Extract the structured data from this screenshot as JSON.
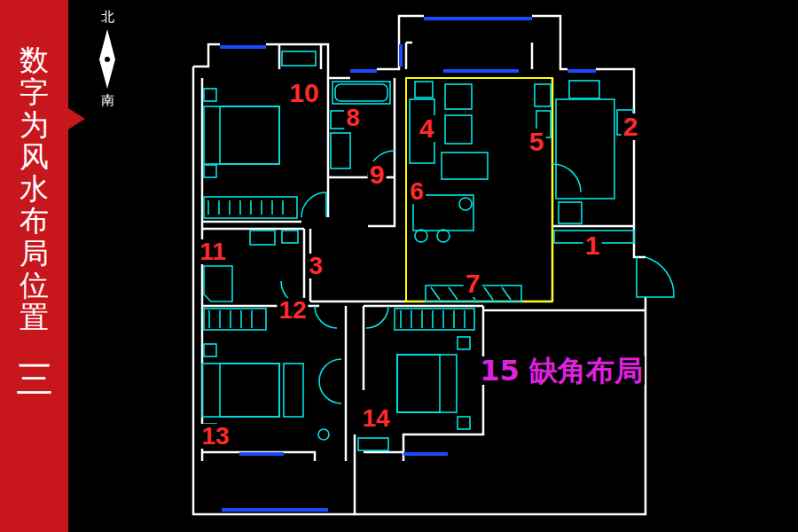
{
  "diagram": {
    "nodes": [
      {
        "text": [
          "数字为风水布局位置",
          "三"
        ]
      }
    ],
    "labels": [
      "北",
      "南",
      "10",
      "8",
      "4",
      "5",
      "2",
      "9",
      "6",
      "1",
      "3",
      "11",
      "12",
      "7",
      "15 缺角布局",
      "13",
      "14"
    ]
  }
}
